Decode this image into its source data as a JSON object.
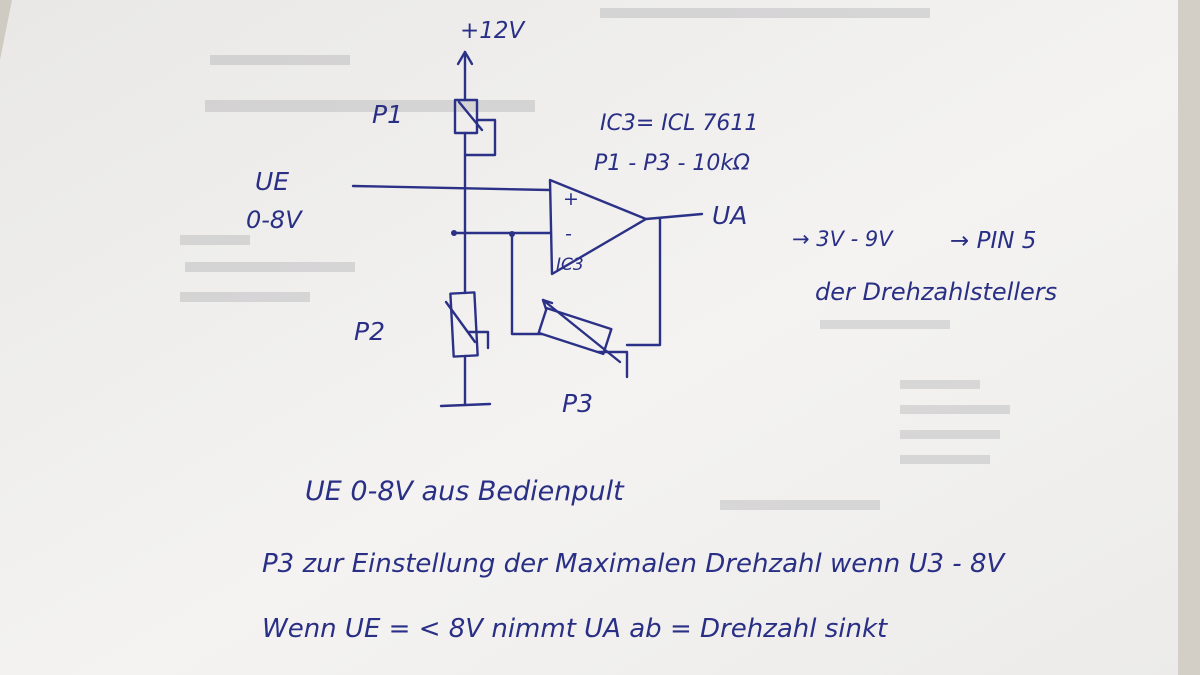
{
  "labels": {
    "supply": "+12V",
    "p1": "P1",
    "p2": "P2",
    "p3": "P3",
    "ue": "UE",
    "ue_range": "0-8V",
    "ic_plus": "+",
    "ic_minus": "-",
    "ic_name": "IC3",
    "ua": "UA",
    "ic_note": "IC3= ICL 7611",
    "pot_note": "P1 - P3 - 10kΩ",
    "arrow_range": "→ 3V - 9V",
    "arrow_pin": "→ PIN 5",
    "drehzahl": "der Drehzahlstellers"
  },
  "notes": [
    "UE  0-8V aus Bedienpult",
    "P3  zur Einstellung der Maximalen Drehzahl  wenn U3 - 8V",
    "Wenn UE = < 8V  nimmt UA ab = Drehzahl sinkt"
  ],
  "colors": {
    "ink": "#2a2f86",
    "paper": "#f3f2f0"
  }
}
